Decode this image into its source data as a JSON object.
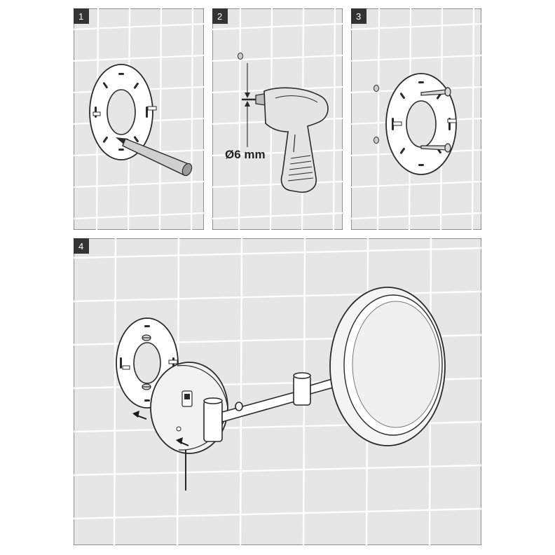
{
  "panels": [
    {
      "number": "1"
    },
    {
      "number": "2",
      "dimension_label": "Ø6 mm"
    },
    {
      "number": "3"
    },
    {
      "number": "4"
    }
  ],
  "colors": {
    "tile_background": "#e6e6e6",
    "grout": "#ffffff",
    "outline": "#2a2a2a",
    "badge": "#333333"
  },
  "icons": [
    "mounting-plate-icon",
    "pencil-icon",
    "drill-icon",
    "screw-icon",
    "wall-plug-icon",
    "mirror-icon",
    "arrow-icon"
  ]
}
